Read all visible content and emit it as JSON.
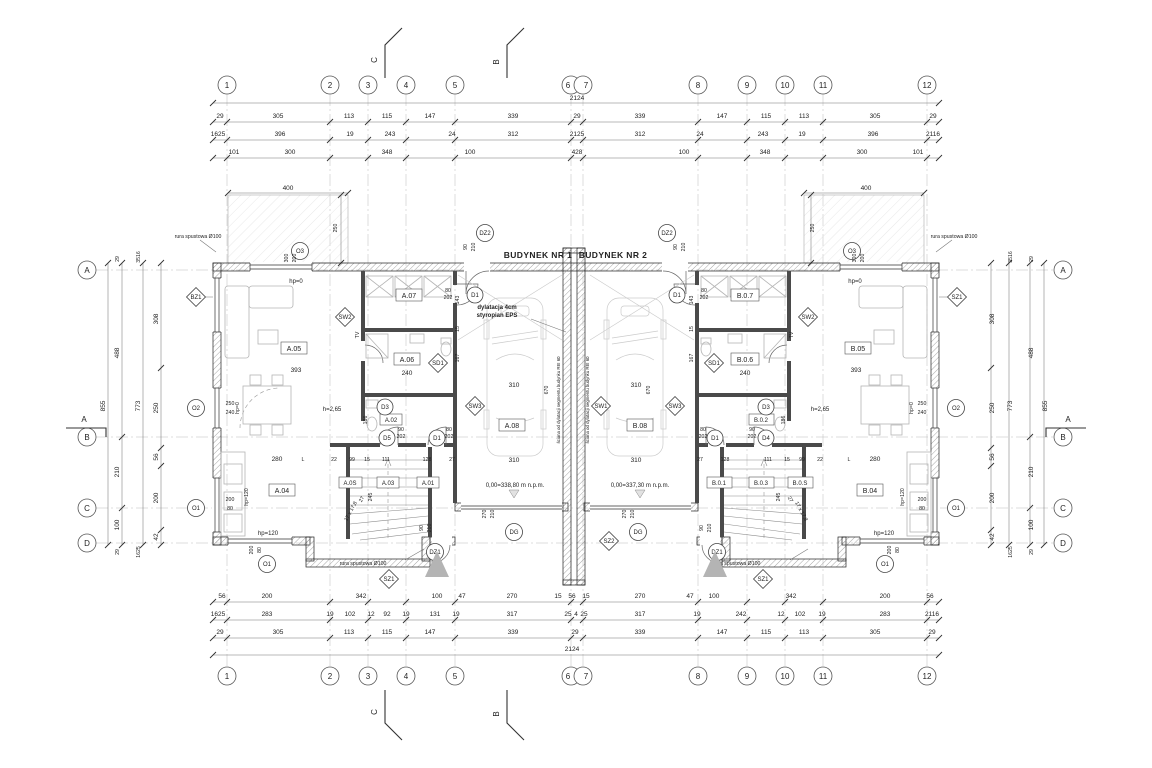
{
  "grid": {
    "cols": [
      "1",
      "2",
      "3",
      "4",
      "5",
      "6",
      "7",
      "8",
      "9",
      "10",
      "11",
      "12"
    ],
    "rows": [
      "A",
      "B",
      "C",
      "D"
    ]
  },
  "sections": {
    "a": "A",
    "b": "B",
    "c": "C"
  },
  "buildings": {
    "b1": "BUDYNEK NR 1",
    "b2": "BUDYNEK NR 2"
  },
  "levels": {
    "b1": "0,00=338,80 m n.p.m.",
    "b2": "0,00=337,30 m n.p.m."
  },
  "notes": {
    "dil1": "dylatacja 4cm",
    "dil2": "styropian EPS",
    "rei": "ściana od dylatacji segmentu budynku REI 60",
    "spout": "rura spustowa Ø100",
    "h": "h=2,65",
    "st1": "17 x 17,8",
    "st2": "27",
    "tv": "TV",
    "hp0": "hp=0",
    "hp120": "hp=120",
    "L": "L"
  },
  "dims": {
    "top": {
      "total": "2124",
      "row1": [
        "29",
        "305",
        "113",
        "115",
        "147",
        "339",
        "29",
        "339",
        "147",
        "115",
        "113",
        "305",
        "29"
      ],
      "row2": [
        "1625",
        "396",
        "19",
        "243",
        "24",
        "312",
        "2125",
        "312",
        "24",
        "243",
        "19",
        "396",
        "2116"
      ],
      "row3": [
        "101",
        "300",
        "348",
        "100",
        "428",
        "100",
        "348",
        "300",
        "101"
      ]
    },
    "bottom": {
      "total": "2124",
      "row1": [
        "56",
        "200",
        "342",
        "100",
        "47",
        "270",
        "15",
        "56",
        "15",
        "270",
        "47",
        "100",
        "342",
        "200",
        "56"
      ],
      "row2": [
        "1625",
        "283",
        "19",
        "102",
        "12",
        "92",
        "19",
        "131",
        "19",
        "317",
        "25",
        "4",
        "25",
        "317",
        "19",
        "242",
        "12",
        "102",
        "19",
        "283",
        "2116"
      ],
      "row3": [
        "29",
        "305",
        "113",
        "115",
        "147",
        "339",
        "29",
        "339",
        "147",
        "115",
        "113",
        "305",
        "29"
      ]
    },
    "side": {
      "total": "855",
      "depth": "773",
      "mid": [
        "488",
        "210",
        "100"
      ],
      "inner": [
        "308",
        "250",
        "56",
        "200",
        "42"
      ],
      "ts": "3516",
      "bs": "1625",
      "e": "29"
    }
  },
  "vals": {
    "v15": "15",
    "v22": "22",
    "v27": "27",
    "v80": "80",
    "v90": "90",
    "v99": "99",
    "v111": "111",
    "v128": "128",
    "v143": "143",
    "v167": "167",
    "v186": "186",
    "v200": "200",
    "v202": "202",
    "v210": "210",
    "v240": "240",
    "v245": "245",
    "v250": "250",
    "v270": "270",
    "v280": "280",
    "v300": "300",
    "v310": "310",
    "v393": "393",
    "v400": "400",
    "v670": "670"
  },
  "rooms": {
    "a01": "A.01",
    "a02": "A.02",
    "a03": "A.03",
    "a04": "A.04",
    "a05": "A.05",
    "a06": "A.06",
    "a07": "A.07",
    "a08": "A.08",
    "a0s": "A.0S",
    "b01": "B.0.1",
    "b02": "B.0.2",
    "b03": "B.0.3",
    "b04": "B.04",
    "b05": "B.05",
    "b06": "B.0.6",
    "b07": "B.0.7",
    "b08": "B.08",
    "b0s": "B.0.S"
  },
  "tags": {
    "bz1": "BZ1",
    "sz1": "SZ1",
    "sz2": "SZ2",
    "sw1": "SW1",
    "sw2": "SW2",
    "sw3": "SW3",
    "sd1": "SD1",
    "d1": "D1",
    "d3": "D3",
    "d4": "D4",
    "d5": "D5",
    "o1": "O1",
    "o2": "O2",
    "o3": "O3",
    "dg": "DG",
    "dz1": "DZ1",
    "dz2": "DZ2"
  }
}
